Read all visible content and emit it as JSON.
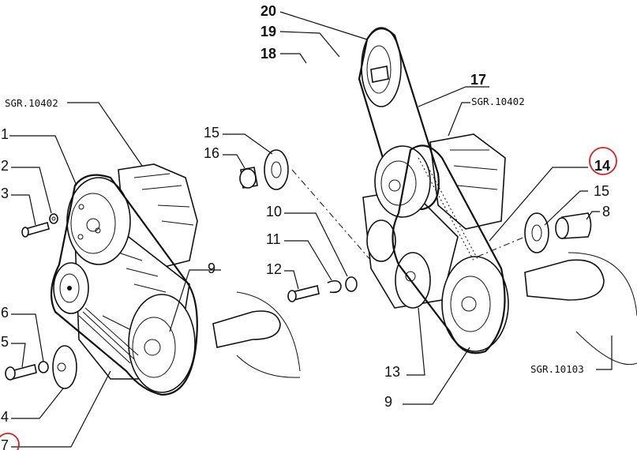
{
  "diagram": {
    "highlight_color": "#d42020",
    "highlighted_callouts": [
      "14",
      "7"
    ],
    "callouts": {
      "c20": "20",
      "c19": "19",
      "c18": "18",
      "c17": "17",
      "sgr_right": "SGR.10402",
      "sgr_left": "SGR.10402",
      "sgr_bottom": "SGR.10103",
      "c1": "1",
      "c2": "2",
      "c3": "3",
      "c15a": "15",
      "c16": "16",
      "c10": "10",
      "c11": "11",
      "c12": "12",
      "c9a": "9",
      "c14": "14",
      "c15b": "15",
      "c8": "8",
      "c6": "6",
      "c5": "5",
      "c4": "4",
      "c7": "7",
      "c13": "13",
      "c9b": "9"
    }
  }
}
